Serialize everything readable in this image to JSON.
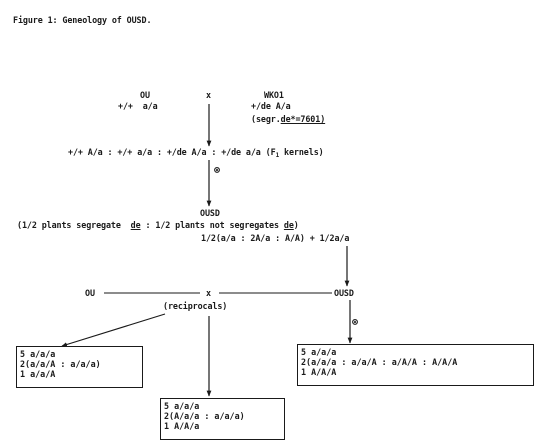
{
  "figure": {
    "caption": "Figure 1: Geneology of OUSD."
  },
  "cross1": {
    "parent_left_name": "OU",
    "parent_left_genotype": "+/+  a/a",
    "cross_symbol": "x",
    "parent_right_name": "WKO1",
    "parent_right_genotype": "+/de A/a",
    "segregation_prefix": "(segr.",
    "segregation_value": "de*=7601)"
  },
  "f1_line": {
    "prefix": "+/+ A/a : +/+ a/a : +/de A/a : +/de a/a (F",
    "subscript": "1",
    "suffix": " kernels)"
  },
  "self_symbol_1": "⊗",
  "ousd_label": "OUSD",
  "segregation_line": {
    "part1": "(1/2 plants segregate  ",
    "de1": "de",
    "part2": " : 1/2 plants not segregates ",
    "de2": "de",
    "part3": ")"
  },
  "ratio_line": "1/2(a/a : 2A/a : A/A) + 1/2a/a",
  "cross2": {
    "left": "OU",
    "symbol": "x",
    "right": "OUSD",
    "reciprocals": "(reciprocals)"
  },
  "self_symbol_2": "⊗",
  "box_left": [
    "5 a/a/a",
    "2(a/a/A : a/a/a)",
    "1 a/a/A"
  ],
  "box_middle": [
    "5 a/a/a",
    "2(A/a/a : a/a/a)",
    "1 A/A/a"
  ],
  "box_right": [
    "5 a/a/a",
    "2(a/a/a : a/a/A : a/A/A : A/A/A",
    "1 A/A/A"
  ]
}
